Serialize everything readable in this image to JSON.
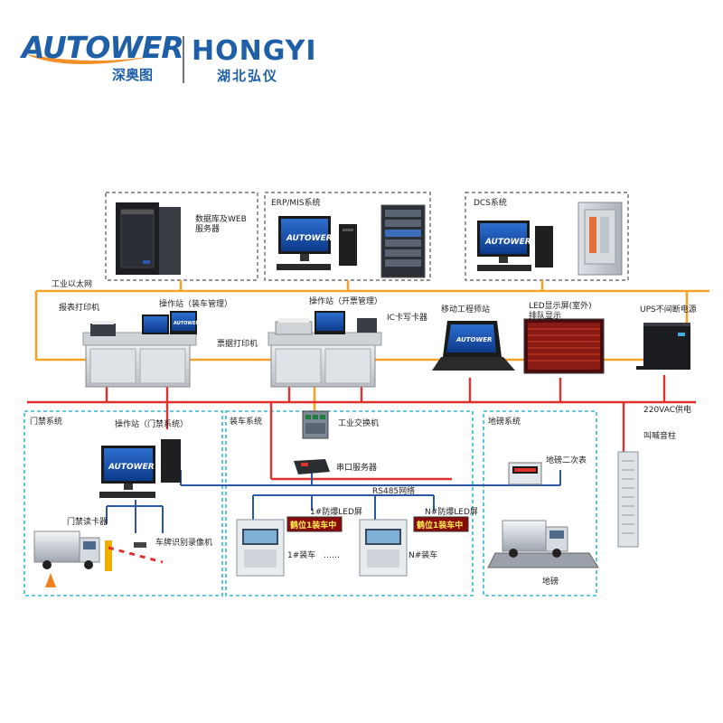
{
  "logos": {
    "autower": {
      "wordmark": "AUTOWER",
      "subtitle": "深奥图"
    },
    "hongyi": {
      "wordmark": "HONGYI",
      "subtitle": "湖北弘仪"
    }
  },
  "zones": {
    "server": {
      "label": "数据库及WEB\n服务器"
    },
    "erp": {
      "label": "ERP/MIS系统"
    },
    "dcs": {
      "label": "DCS系统"
    },
    "gate": {
      "label": "门禁系统"
    },
    "loading": {
      "label": "装车系统"
    },
    "weighbridge": {
      "label": "地磅系统"
    }
  },
  "network": {
    "ethernet": "工业以太网",
    "power": "220VAC供电",
    "rs485": "RS485网络"
  },
  "devices": {
    "report_printer": "报表打印机",
    "station_loading": "操作站（装车管理）",
    "station_ticketing": "操作站（开票管理）",
    "ticket_printer": "票据打印机",
    "ic_reader": "IC卡写卡器",
    "mobile_station": "移动工程师站",
    "led_outdoor": "LED显示屏(室外)\n排队显示",
    "ups": "UPS不间断电源",
    "industrial_switch": "工业交换机",
    "serial_server": "串口服务器",
    "station_gate": "操作站（门禁系统）",
    "gate_reader": "门禁读卡器",
    "plate_camera": "车牌识别录像机",
    "led_explosion_1": "1#防爆LED屏",
    "led_explosion_n": "N#防爆LED屏",
    "loading_1": "1#装车",
    "loading_dots": "……",
    "loading_n": "N#装车",
    "scale_indicator": "地磅二次表",
    "scale": "地磅",
    "speaker": "叫喊音柱"
  },
  "led_screens": {
    "text_1": "鹤位1装车中",
    "text_n": "鹤位1装车中"
  },
  "screen_brand": "AUTOWER",
  "colors": {
    "ethernet": "#f5a22a",
    "power": "#e0302c",
    "rs485": "#2a58a6",
    "zone_dash": "#555555",
    "zone_cyan": "#39b7d6",
    "brand_blue": "#1f5fa8",
    "brand_orange": "#f0902a"
  }
}
